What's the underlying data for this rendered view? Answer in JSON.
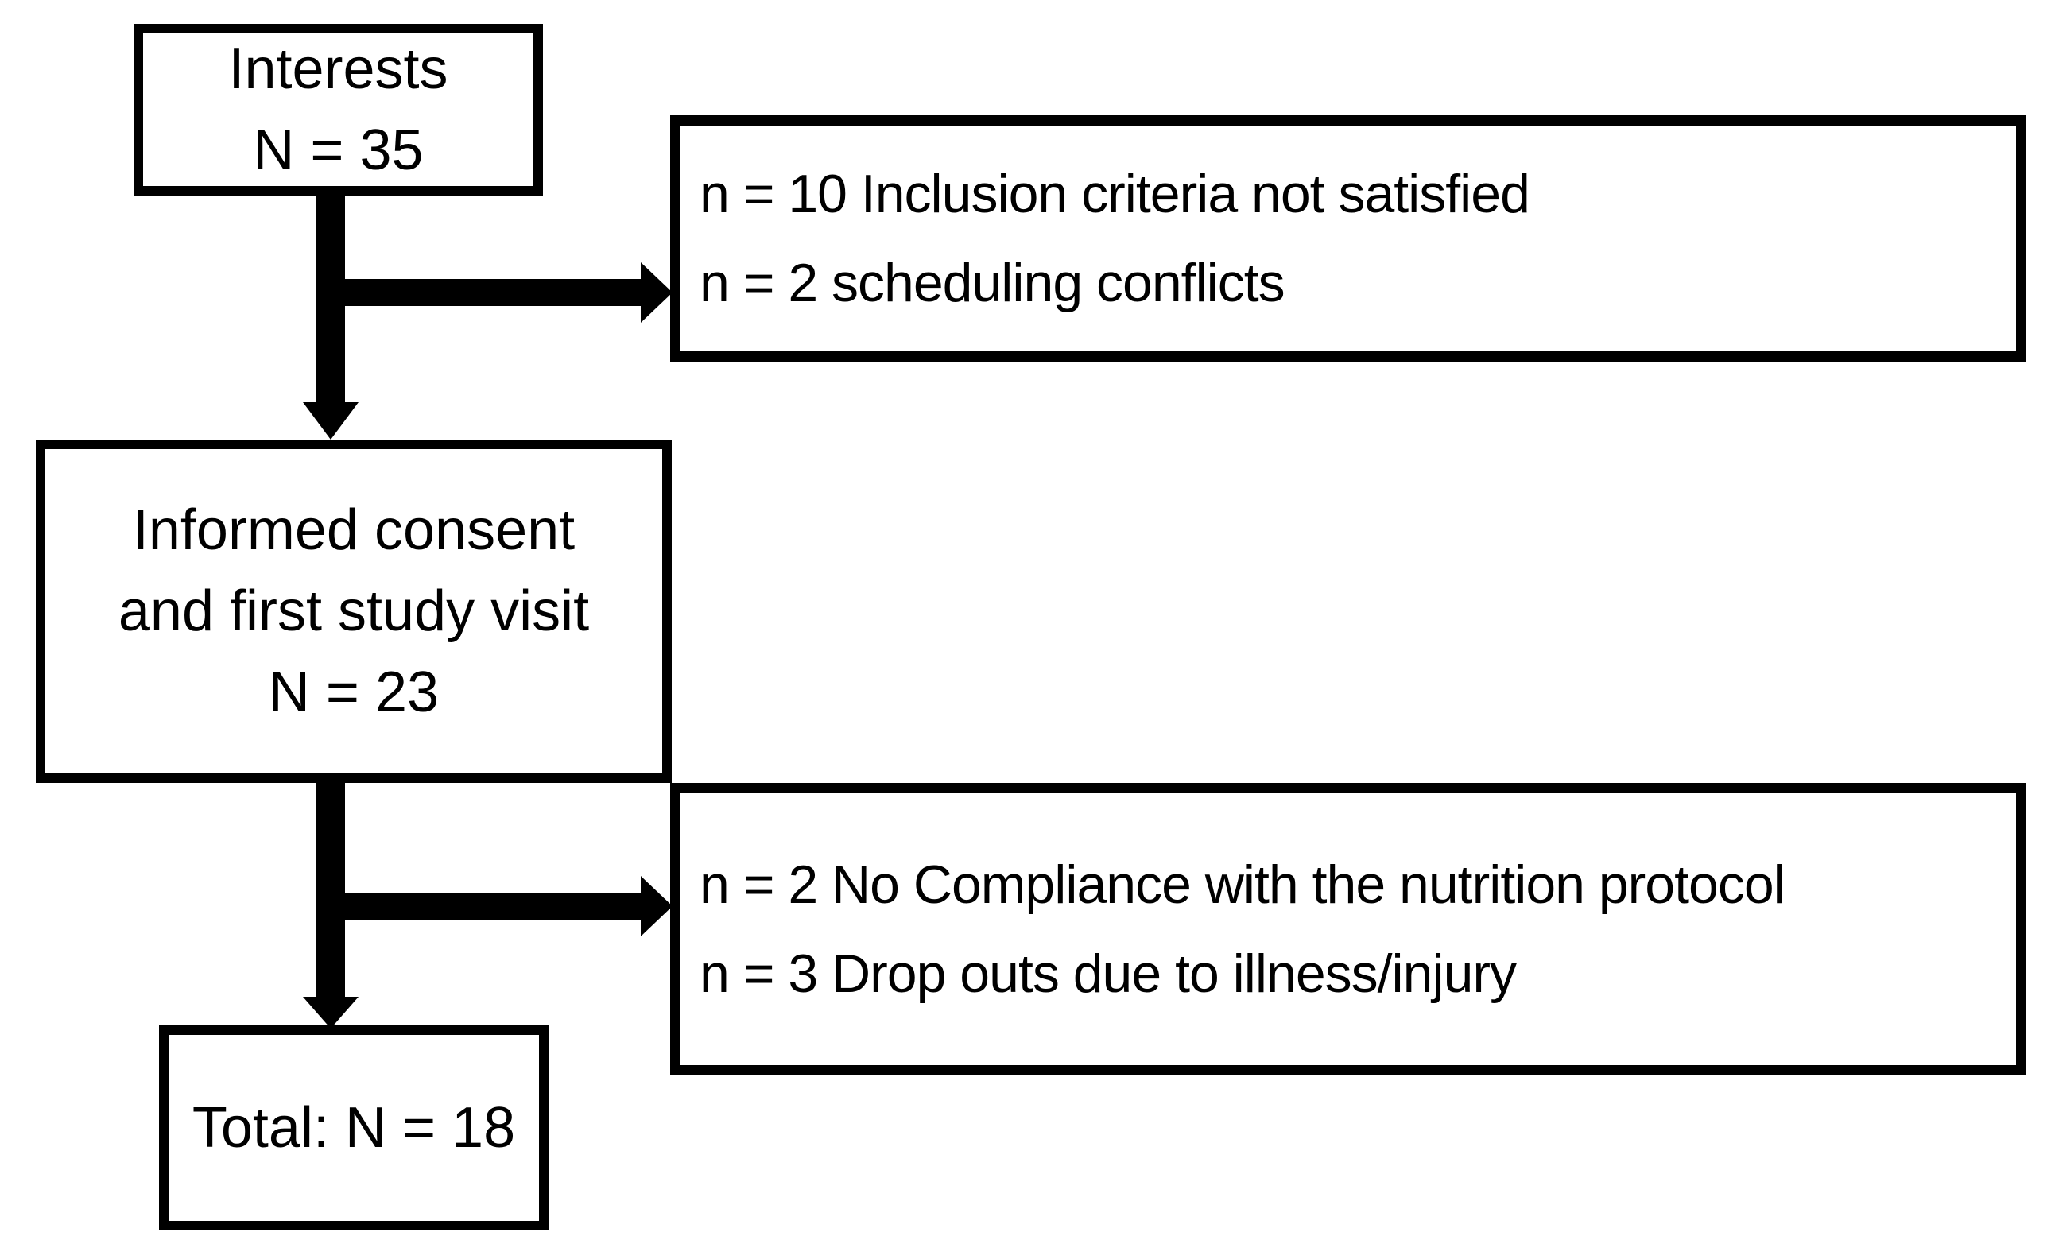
{
  "flow": {
    "title": "participant-flow-diagram",
    "colors": {
      "ink": "#000000",
      "background": "#ffffff"
    },
    "boxes": {
      "interests": {
        "line1": "Interests",
        "line2": "N = 35"
      },
      "excluded_screening": {
        "line1": "n = 10 Inclusion criteria not satisfied",
        "line2": "n = 2 scheduling conflicts"
      },
      "consent": {
        "line1": "Informed consent",
        "line2": "and first study visit",
        "line3": "N = 23"
      },
      "excluded_intervention": {
        "line1": "n = 2 No Compliance with the nutrition protocol",
        "line2": "n = 3 Drop outs due to illness/injury"
      },
      "total": {
        "line1": "Total: N = 18"
      }
    }
  }
}
